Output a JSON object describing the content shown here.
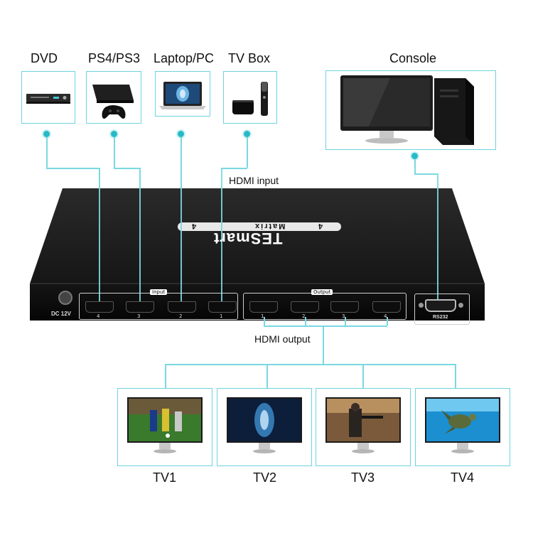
{
  "sources": [
    {
      "label": "DVD",
      "icon": "dvd-player-icon"
    },
    {
      "label": "PS4/PS3",
      "icon": "game-console-icon"
    },
    {
      "label": "Laptop/PC",
      "icon": "laptop-icon"
    },
    {
      "label": "TV Box",
      "icon": "tv-box-icon"
    }
  ],
  "console": {
    "label": "Console",
    "icon": "desktop-computer-icon"
  },
  "wires": {
    "input_label": "HDMI input",
    "output_label": "HDMI output"
  },
  "device": {
    "brand": "TESmart",
    "model": "Matrix",
    "model_number": "4",
    "input_group_label": "Input",
    "output_group_label": "Output",
    "power_label": "DC 12V",
    "serial_label": "RS232",
    "input_port_numbers": [
      "4",
      "3",
      "2",
      "1"
    ],
    "output_port_numbers": [
      "1",
      "2",
      "3",
      "4"
    ]
  },
  "displays": [
    {
      "label": "TV1",
      "icon": "soccer-scene-icon"
    },
    {
      "label": "TV2",
      "icon": "abstract-art-icon"
    },
    {
      "label": "TV3",
      "icon": "soldier-scene-icon"
    },
    {
      "label": "TV4",
      "icon": "sea-turtle-icon"
    }
  ],
  "colors": {
    "accent": "#6fd3df",
    "device_body": "#1a1a1a"
  }
}
